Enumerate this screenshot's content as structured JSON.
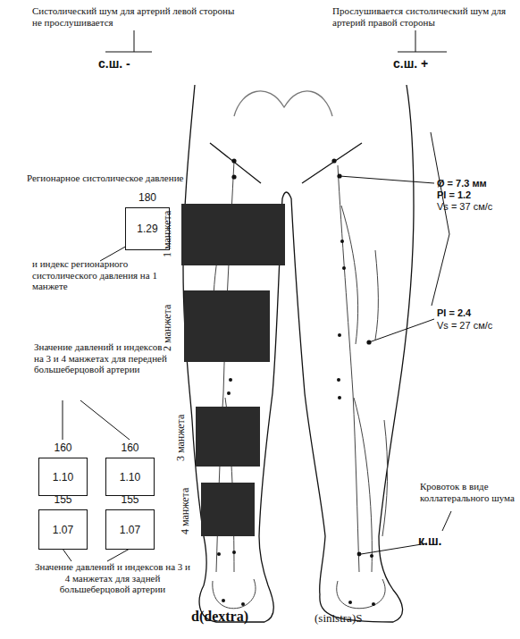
{
  "diagram": {
    "nodes": [
      {
        "text": [
          "180",
          "1.29"
        ]
      },
      {
        "text": [
          "160",
          "1.10"
        ]
      },
      {
        "text": [
          "160",
          "1.10"
        ]
      },
      {
        "text": [
          "155",
          "1.07"
        ]
      },
      {
        "text": [
          "155",
          "1.07"
        ]
      }
    ],
    "labels": [
      "Систолический шум для артерий левой стороны не прослушивается",
      "с.ш. -",
      "Прослушивается систолический шум для артерий правой стороны",
      "с.ш. +",
      "Регионарное систолическое давление",
      "и индекс регионарного систолического давления на 1 манжете",
      "1 манжета",
      "2 манжета",
      "3 манжета",
      "4 манжета",
      "Значение давлений и индексов на 3 и 4 манжетах для передней большеберцовой артерии",
      "Значение давлений и индексов на 3 и 4 манжетах для задней большеберцовой артерии",
      "Ø = 7.3 мм",
      "PI = 1.2",
      "Vs = 37 см/с",
      "PI = 2.4",
      "Vs = 27 см/с",
      "Кровоток в виде коллатерального шума",
      "к.ш.",
      "d(dextra)",
      "(sinistra)S"
    ]
  }
}
